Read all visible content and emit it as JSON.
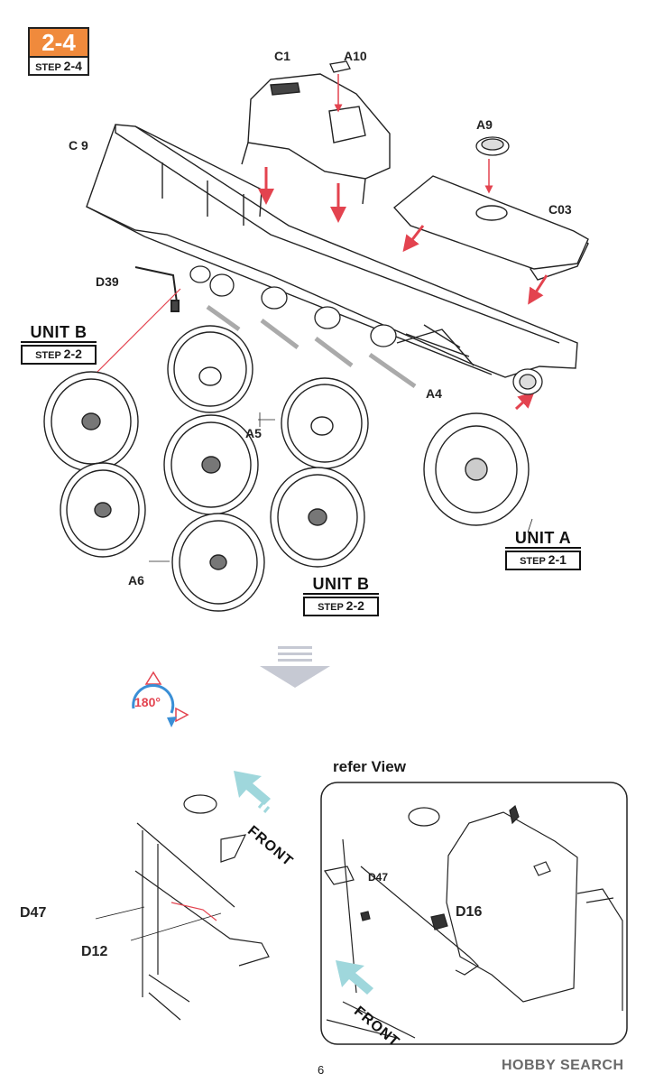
{
  "step": {
    "number": "2-4",
    "sub_label": "STEP",
    "sub_number": "2-4"
  },
  "parts": {
    "c1": "C1",
    "a10": "A10",
    "a9": "A9",
    "c03": "C03",
    "c9": "C 9",
    "d39": "D39",
    "a4": "A4",
    "a5": "A5",
    "a6": "A6",
    "d47_main": "D47",
    "d12": "D12",
    "d47_refer": "D47",
    "d16": "D16"
  },
  "units": {
    "unit_b_left": {
      "title": "UNIT B",
      "step_label": "STEP",
      "step_number": "2-2"
    },
    "unit_b_bottom": {
      "title": "UNIT B",
      "step_label": "STEP",
      "step_number": "2-2"
    },
    "unit_a": {
      "title": "UNIT A",
      "step_label": "STEP",
      "step_number": "2-1"
    }
  },
  "rotate": {
    "label": "180",
    "degree_symbol": "°"
  },
  "refer_view_title": "refer View",
  "front_label_main": "FRONT",
  "front_label_refer": "FRONT",
  "page_number": "6",
  "watermark": "HOBBY SEARCH",
  "colors": {
    "accent_orange": "#f08a3c",
    "arrow_red": "#e3434f",
    "front_arrow": "#9fd7dc",
    "rotate_blue": "#3a8fd6"
  }
}
